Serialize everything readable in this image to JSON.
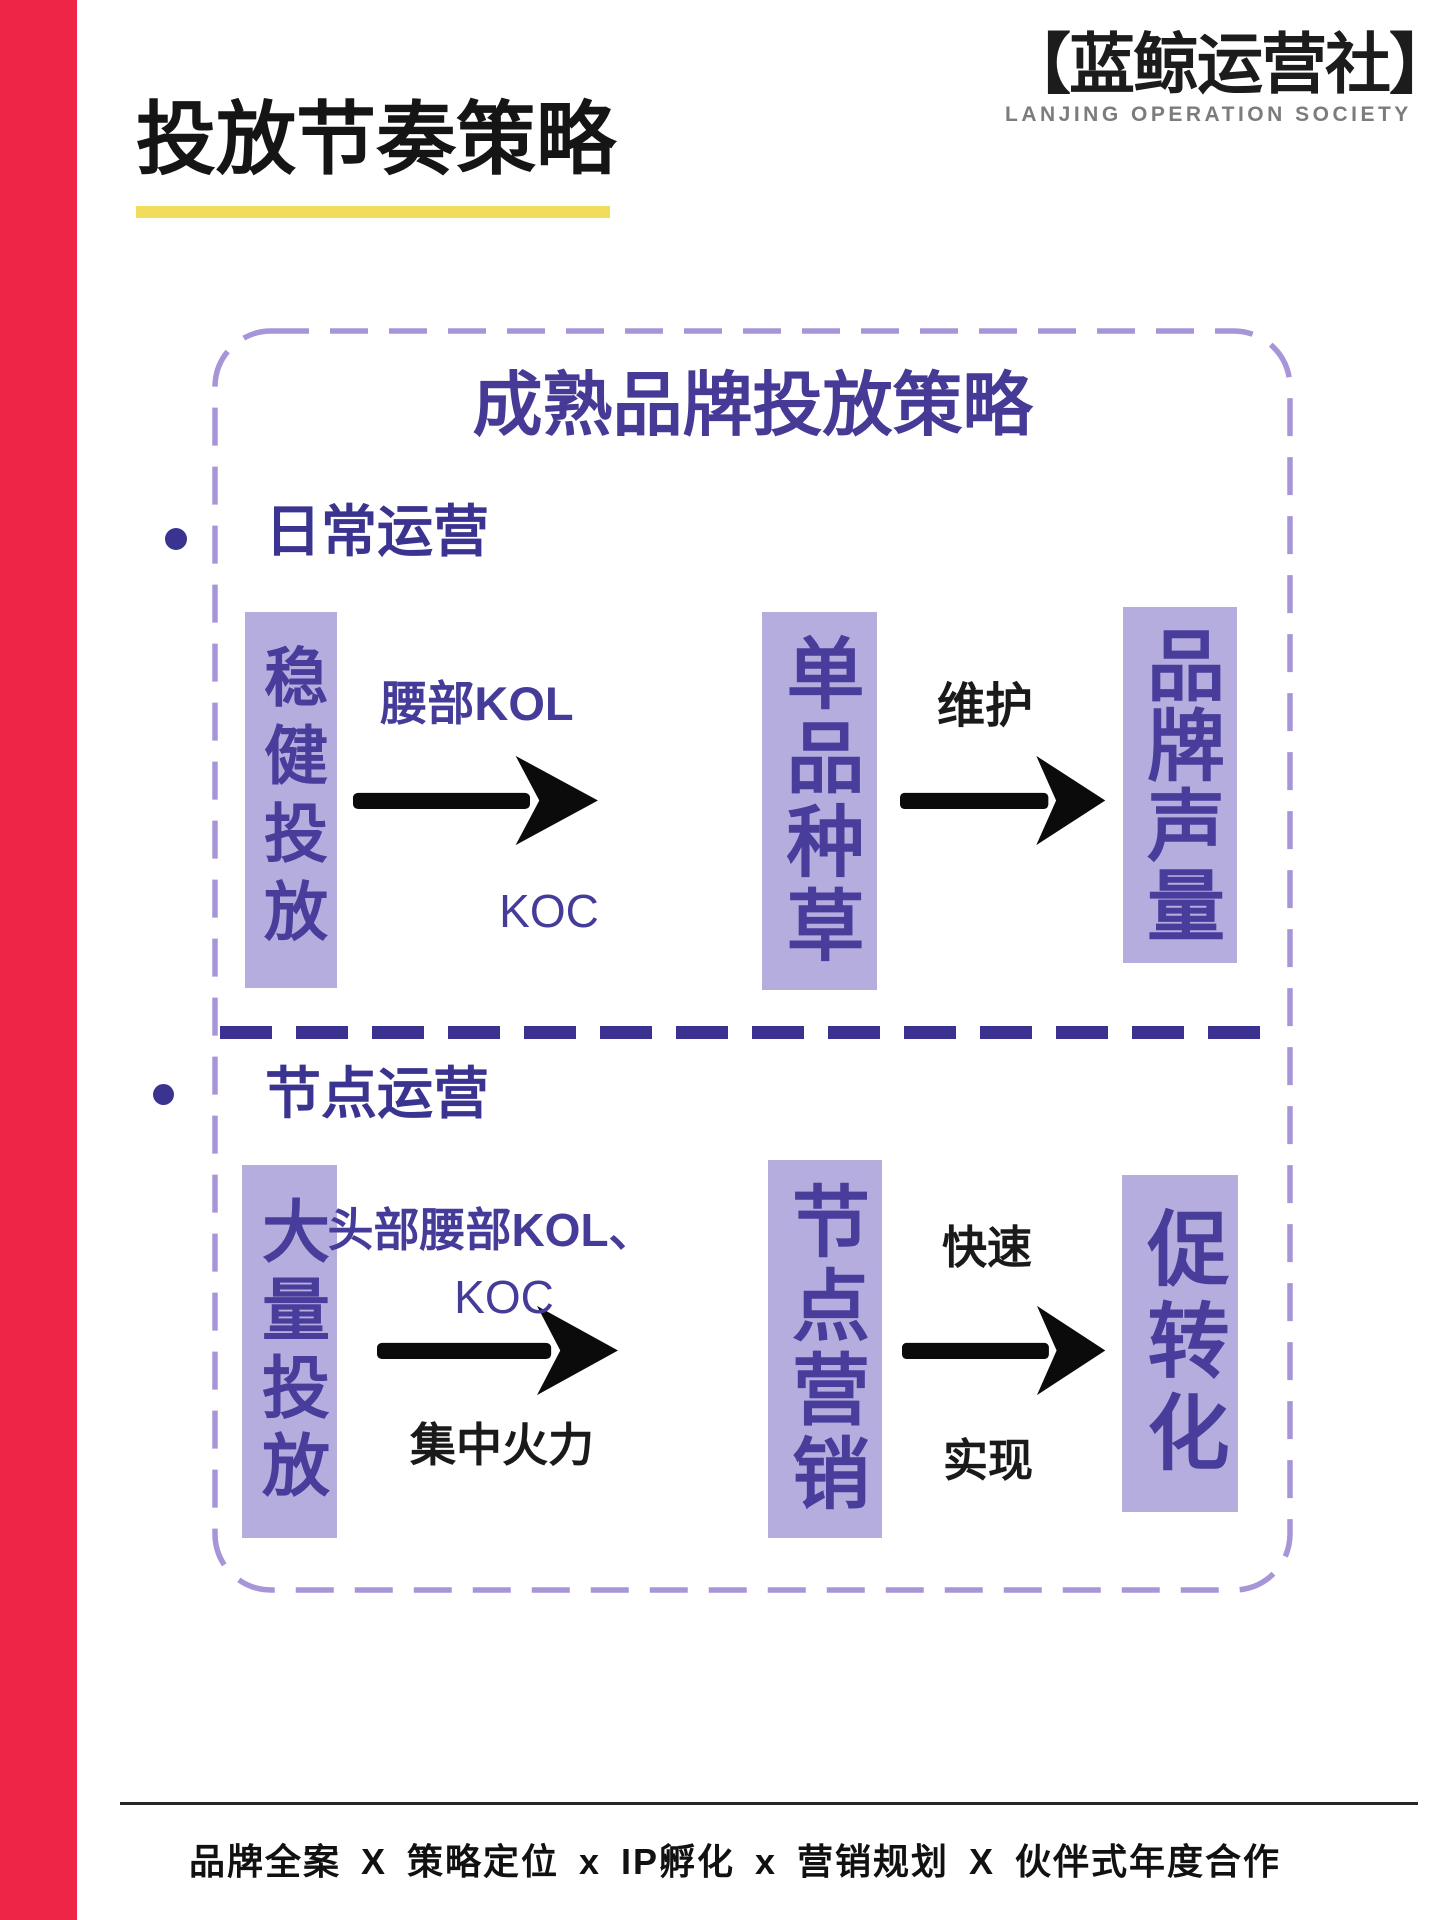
{
  "header": {
    "title": "投放节奏策略",
    "logo_cjk": "【蓝鲸运营社】",
    "logo_sub": "LANJING OPERATION SOCIETY"
  },
  "panel": {
    "title": "成熟品牌投放策略",
    "daily": {
      "label": "日常运营",
      "box1": "稳健投放",
      "box2": "单品种草",
      "box3": "品牌声量",
      "arrow1_top": "腰部KOL",
      "arrow1_bottom": "KOC",
      "arrow2_top": "维护"
    },
    "node": {
      "label": "节点运营",
      "box1": "大量投放",
      "box2": "节点营销",
      "box3": "促转化",
      "arrow1_top": "头部腰部KOL、",
      "arrow1_top2": "KOC",
      "arrow1_bottom": "集中火力",
      "arrow2_top": "快速",
      "arrow2_bottom": "实现"
    }
  },
  "footer": {
    "text": "品牌全案 X 策略定位 x IP孵化 x 营销规划 X 伙伴式年度合作"
  },
  "colors": {
    "accent_red": "#EE2547",
    "underline_yellow": "#F2DC5C",
    "box_bg": "#B6ADDF",
    "box_text": "#483D9B",
    "panel_border": "#A795D8",
    "separator": "#3B3191"
  }
}
